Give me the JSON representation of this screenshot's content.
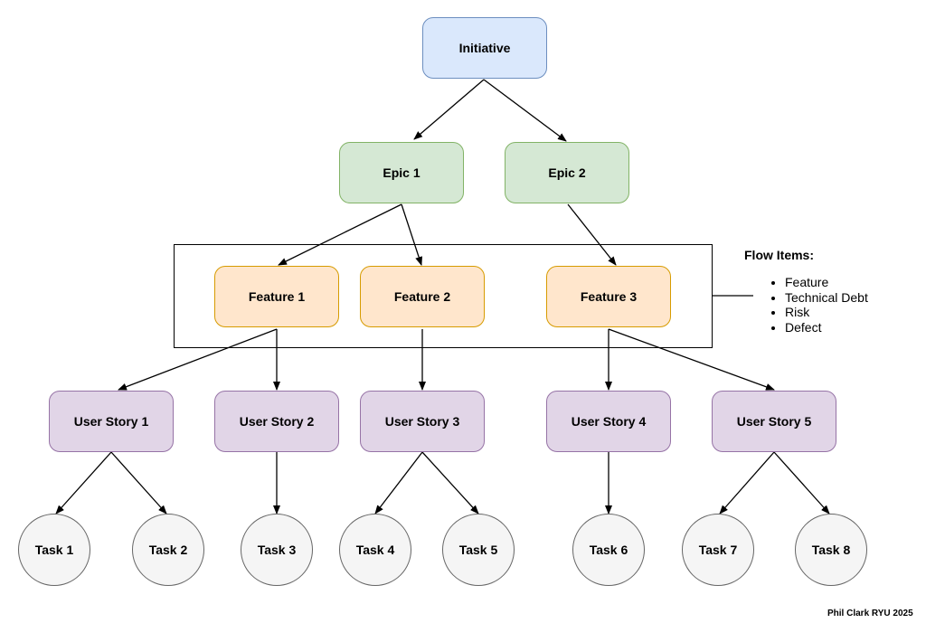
{
  "initiative": {
    "label": "Initiative"
  },
  "epics": [
    {
      "label": "Epic 1"
    },
    {
      "label": "Epic 2"
    }
  ],
  "features": [
    {
      "label": "Feature 1"
    },
    {
      "label": "Feature 2"
    },
    {
      "label": "Feature 3"
    }
  ],
  "stories": [
    {
      "label": "User Story 1"
    },
    {
      "label": "User Story 2"
    },
    {
      "label": "User Story 3"
    },
    {
      "label": "User Story 4"
    },
    {
      "label": "User Story 5"
    }
  ],
  "tasks": [
    {
      "label": "Task 1"
    },
    {
      "label": "Task 2"
    },
    {
      "label": "Task 3"
    },
    {
      "label": "Task 4"
    },
    {
      "label": "Task 5"
    },
    {
      "label": "Task 6"
    },
    {
      "label": "Task 7"
    },
    {
      "label": "Task 8"
    }
  ],
  "flow_items": {
    "title": "Flow Items:",
    "items": [
      "Feature",
      "Technical Debt",
      "Risk",
      "Defect"
    ]
  },
  "credit": "Phil Clark RYU 2025",
  "colors": {
    "initiative_fill": "#dae8fc",
    "epic_fill": "#d5e8d4",
    "feature_fill": "#ffe6cc",
    "story_fill": "#e1d5e7",
    "task_fill": "#f5f5f5"
  }
}
